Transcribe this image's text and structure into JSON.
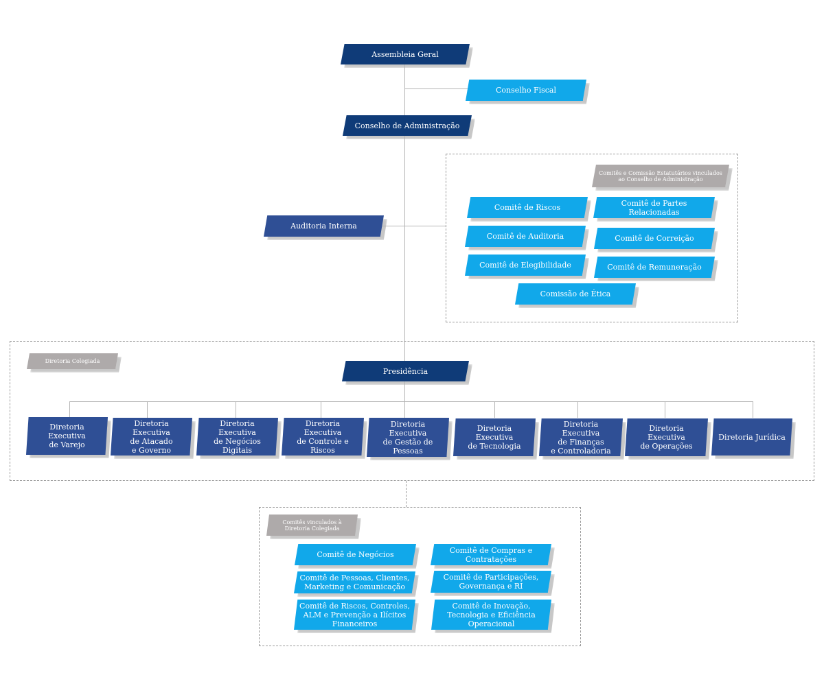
{
  "colors": {
    "dark_blue": "#0f3b78",
    "mid_blue": "#2f4f95",
    "light_blue": "#11a8ea",
    "gray_tag": "#aeaaaa"
  },
  "assembleia": "Assembleia Geral",
  "conselho_fiscal": "Conselho Fiscal",
  "conselho_adm": "Conselho de Administração",
  "auditoria_interna": "Auditoria Interna",
  "comites_estatutarios": {
    "tag": "Comitês  e Comissão Estatutários vinculados\nao Conselho de Administração",
    "items": [
      "Comitê de Riscos",
      "Comitê de Partes Relacionadas",
      "Comitê de Auditoria",
      "Comitê de Correição",
      "Comitê de Elegibilidade",
      "Comitê de Remuneração",
      "Comissão de Ética"
    ]
  },
  "diretoria_colegiada": {
    "tag": "Diretoria Colegiada",
    "presidencia": "Presidência",
    "diretorias": [
      "Diretoria Executiva\nde Varejo",
      "Diretoria Executiva\nde Atacado\ne Governo",
      "Diretoria Executiva\nde Negócios Digitais",
      "Diretoria Executiva\nde Controle e Riscos",
      "Diretoria Executiva\nde Gestão de\nPessoas",
      "Diretoria Executiva\nde Tecnologia",
      "Diretoria  Executiva\nde Finanças\ne Controladoria",
      "Diretoria  Executiva\nde Operações",
      "Diretoria Jurídica"
    ]
  },
  "comites_colegiada": {
    "tag": "Comitês vinculados à\nDiretoria Colegiada",
    "items": [
      "Comitê de Negócios",
      "Comitê de Compras e\nContratações",
      "Comitê de Pessoas, Clientes,\nMarketing e Comunicação",
      "Comitê de Participações,\nGovernança e RI",
      "Comitê de Riscos, Controles,\nALM e Prevenção a Ilícitos\nFinanceiros",
      "Comitê de Inovação,\nTecnologia e Eficiência\nOperacional"
    ]
  }
}
